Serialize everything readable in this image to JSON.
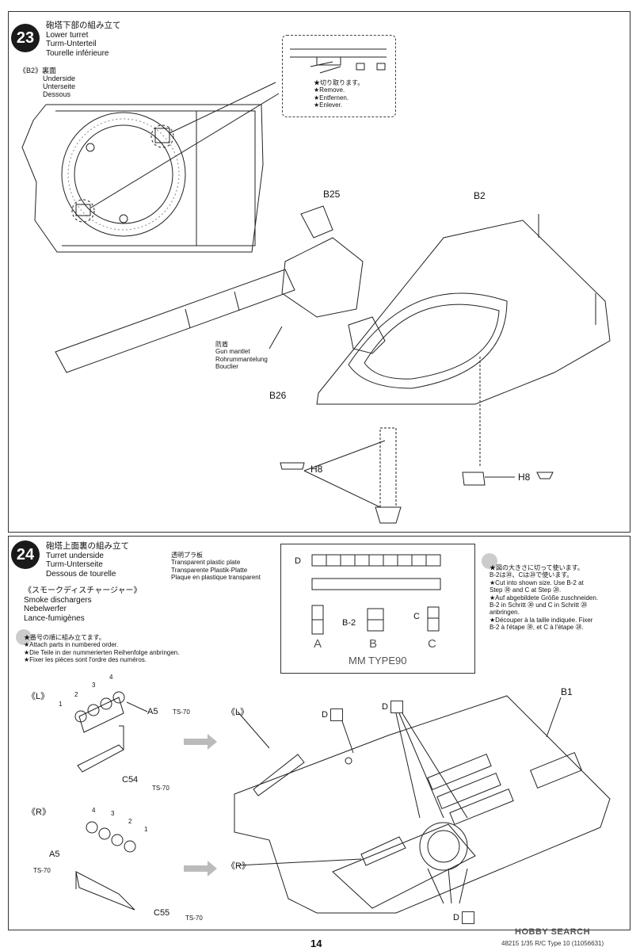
{
  "step23": {
    "number": "23",
    "title_jp": "砲塔下部の組み立て",
    "title_en": "Lower turret",
    "title_de": "Turm-Unterteil",
    "title_fr": "Tourelle inférieure",
    "underside_tag": "《B2》",
    "underside_jp": "裏面",
    "underside_en": "Underside",
    "underside_de": "Unterseite",
    "underside_fr": "Dessous",
    "cut_jp": "★切り取ります。",
    "cut_en": "★Remove.",
    "cut_de": "★Entfernen.",
    "cut_fr": "★Enlever.",
    "label_b25": "B25",
    "label_b2": "B2",
    "label_b26": "B26",
    "label_h8_left": "H8",
    "label_h8_right": "H8",
    "mantlet_jp": "防盾",
    "mantlet_en": "Gun mantlet",
    "mantlet_de": "Rohrummantelung",
    "mantlet_fr": "Bouclier"
  },
  "step24": {
    "number": "24",
    "title_jp": "砲塔上面裏の組み立て",
    "title_en": "Turret underside",
    "title_de": "Turm-Unterseite",
    "title_fr": "Dessous de tourelle",
    "plate_jp": "透明プラ板",
    "plate_en": "Transparent plastic plate",
    "plate_de": "Transparente Plastik-Platte",
    "plate_fr": "Plaque en plastique transparent",
    "smoke_jp": "《スモークディスチャージャー》",
    "smoke_en": "Smoke dischargers",
    "smoke_de": "Nebelwerfer",
    "smoke_fr": "Lance-fumigènes",
    "order_jp": "★番号の順に組み立てます。",
    "order_en": "★Attach parts in numbered order.",
    "order_de": "★Die Teile in der nummerierten Reihenfolge anbringen.",
    "order_fr": "★Fixer les pièces sont l'ordre des numéros.",
    "template_label": "MM TYPE90",
    "template_d": "D",
    "template_b2": "B-2",
    "template_c": "C",
    "template_a": "A",
    "template_b": "B",
    "template_c2": "C",
    "size_jp": "★図の大きさに切って使います。",
    "size_jp2": "B-2は㉚、Cは㉘で使います。",
    "size_en1": "★Cut into shown size. Use B-2 at",
    "size_en2": "Step ㉚ and C at Step ㉘.",
    "size_de1": "★Auf abgebildete Größe zuschneiden.",
    "size_de2": "B-2 in Schritt ㉚ und C in Schritt ㉘",
    "size_de3": "anbringen.",
    "size_fr1": "★Découper à la taille indiquée. Fixer",
    "size_fr2": "B-2 à l'étape ㉚, et C à l'étape ㉘.",
    "left_tag": "《L》",
    "right_tag": "《R》",
    "left_tag2": "《L》",
    "right_tag2": "《R》",
    "a5_top": "A5",
    "a5_bottom": "A5",
    "ts70_a": "TS-70",
    "ts70_b": "TS-70",
    "ts70_c": "TS-70",
    "ts70_d": "TS-70",
    "c54": "C54",
    "c55": "C55",
    "b1": "B1",
    "d1": "D",
    "d2": "D",
    "d3": "D",
    "n1": "1",
    "n2": "2",
    "n3": "3",
    "n4": "4"
  },
  "footer": {
    "page": "14",
    "code": "48215  1/35 R/C Type 10  (11056631)",
    "watermark": "HOBBY SEARCH"
  }
}
